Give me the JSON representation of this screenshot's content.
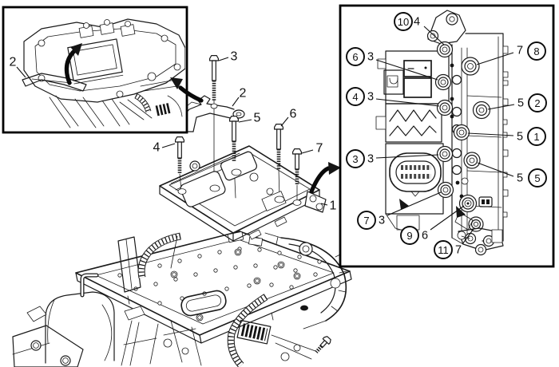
{
  "figure": {
    "background_color": "#ffffff",
    "line_color": "#1a1a1a",
    "border_color": "#000000"
  },
  "exploded_view": {
    "part_labels": [
      {
        "text": "3"
      },
      {
        "text": "2"
      },
      {
        "text": "5"
      },
      {
        "text": "6"
      },
      {
        "text": "4"
      },
      {
        "text": "7"
      },
      {
        "text": "1"
      }
    ]
  },
  "inset_top_left": {
    "part_labels": [
      {
        "text": "2"
      }
    ]
  },
  "inset_right": {
    "callouts": [
      {
        "circled": "10",
        "plain": "4",
        "side": "left"
      },
      {
        "circled": "6",
        "plain": "3",
        "side": "left"
      },
      {
        "circled": "8",
        "plain": "7",
        "side": "right"
      },
      {
        "circled": "4",
        "plain": "3",
        "side": "left"
      },
      {
        "circled": "2",
        "plain": "5",
        "side": "right"
      },
      {
        "circled": "1",
        "plain": "5",
        "side": "right"
      },
      {
        "circled": "3",
        "plain": "3",
        "side": "left"
      },
      {
        "circled": "5",
        "plain": "5",
        "side": "right"
      },
      {
        "circled": "7",
        "plain": "3",
        "side": "left"
      },
      {
        "circled": "9",
        "plain": "6",
        "side": "left"
      },
      {
        "circled": "11",
        "plain": "7",
        "side": "left"
      }
    ]
  }
}
